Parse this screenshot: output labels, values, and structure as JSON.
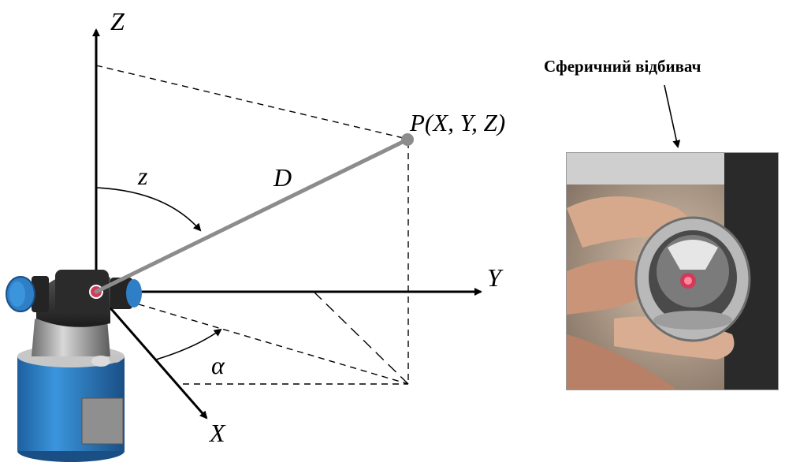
{
  "diagram": {
    "axes": {
      "z_axis": "Z",
      "y_axis": "Y",
      "x_axis": "X"
    },
    "point_label": "P(X, Y, Z)",
    "distance_label": "D",
    "zenith_angle_label": "z",
    "azimuth_angle_label": "α"
  },
  "photo": {
    "caption": "Сферичний відбивач"
  },
  "colors": {
    "scanner_blue": "#2f7fc6",
    "scanner_gray": "#9a9a9a",
    "measure_line": "#8c8c8c",
    "laser_dot": "#d23a5a"
  }
}
